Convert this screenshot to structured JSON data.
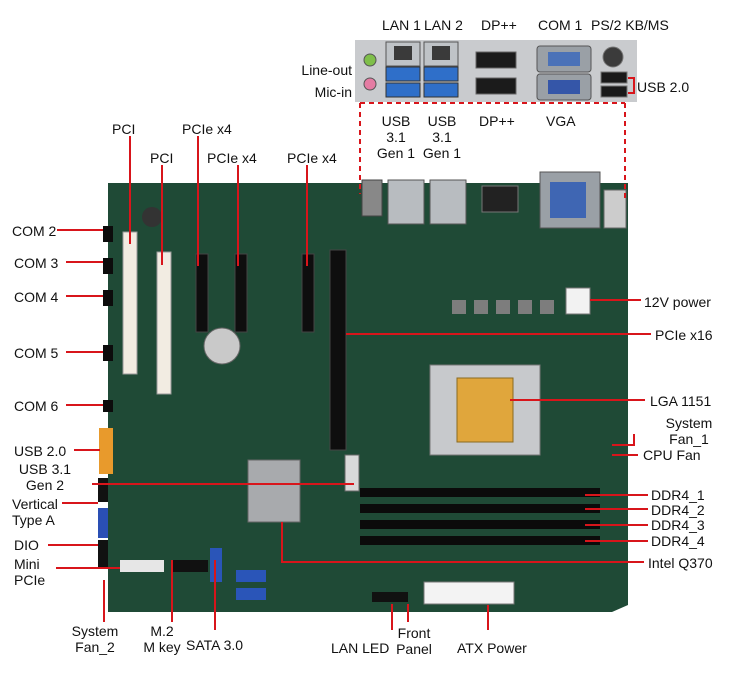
{
  "colors": {
    "board": "#1f4a36",
    "callout_line": "#d8151b",
    "label_text": "#111111",
    "panel_bg": "#c9cbce"
  },
  "rear_io": {
    "lan1": "LAN 1",
    "lan2": "LAN 2",
    "dp_top": "DP++",
    "com1": "COM 1",
    "ps2": "PS/2 KB/MS",
    "line_out": "Line-out",
    "mic_in": "Mic-in",
    "usb_rear": "USB 2.0",
    "usb31_a": "USB\n3.1\nGen 1",
    "usb31_b": "USB\n3.1\nGen 1",
    "dp_bottom": "DP++",
    "vga": "VGA"
  },
  "labels": {
    "pci_1": "PCI",
    "pci_2": "PCI",
    "pcie_x4_1": "PCIe x4",
    "pcie_x4_2": "PCIe x4",
    "pcie_x4_3": "PCIe x4",
    "com2": "COM 2",
    "com3": "COM 3",
    "com4": "COM 4",
    "com5": "COM 5",
    "com6": "COM 6",
    "usb20": "USB 2.0",
    "usb31_gen2": "USB 3.1\nGen 2",
    "vertical_type_a": "Vertical\nType A",
    "dio": "DIO",
    "mini_pcie": "Mini\nPCIe",
    "system_fan2": "System\nFan_2",
    "m2": "M.2\nM key",
    "sata": "SATA 3.0",
    "lan_led": "LAN LED",
    "front_panel": "Front\nPanel",
    "atx_power": "ATX Power",
    "power_12v": "12V power",
    "pcie_x16": "PCIe x16",
    "lga": "LGA 1151",
    "system_fan1": "System\nFan_1",
    "cpu_fan": "CPU Fan",
    "ddr4_1": "DDR4_1",
    "ddr4_2": "DDR4_2",
    "ddr4_3": "DDR4_3",
    "ddr4_4": "DDR4_4",
    "chipset": "Intel Q370"
  }
}
